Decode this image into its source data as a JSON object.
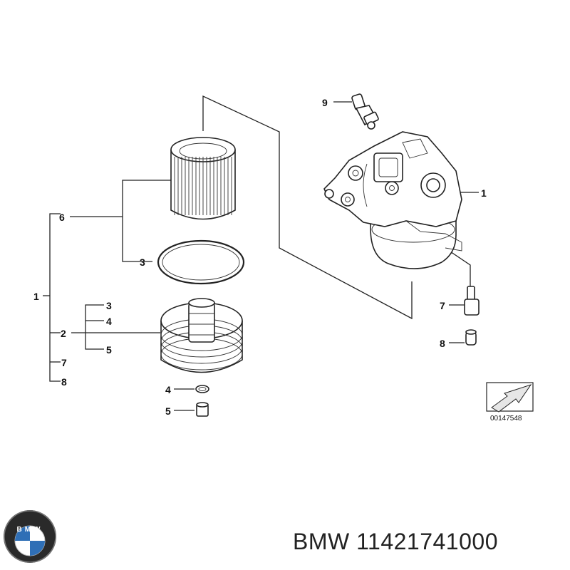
{
  "diagram": {
    "callouts": {
      "c9": "9",
      "c1_right": "1",
      "c6": "6",
      "c3_ring": "3",
      "c1_left": "1",
      "c3_cap": "3",
      "c4_cap": "4",
      "c2": "2",
      "c5_cap": "5",
      "c7_left": "7",
      "c8_left": "8",
      "c7_right": "7",
      "c8_right": "8",
      "c4_bottom": "4",
      "c5_bottom": "5"
    },
    "reference_number": "00147548"
  },
  "caption": "BMW 11421741000",
  "logo": {
    "name": "bmw-logo",
    "letters": "BMW"
  }
}
